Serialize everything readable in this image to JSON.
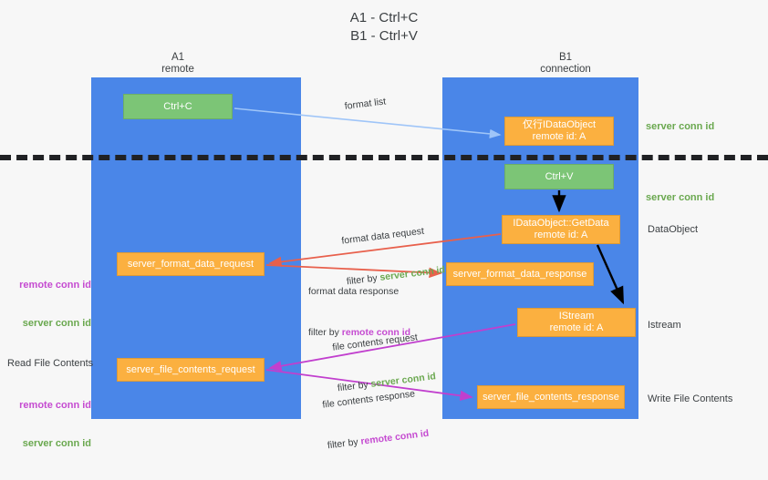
{
  "title": "A1 - Ctrl+C\nB1 - Ctrl+V",
  "columns": {
    "left": {
      "name": "A1",
      "sub": "remote",
      "label": "A1\nremote"
    },
    "right": {
      "name": "B1",
      "sub": "connection",
      "label": "B1\nconnection"
    }
  },
  "boxes": {
    "ctrl_c": "Ctrl+C",
    "ctrl_v": "Ctrl+V",
    "idataobject": "仅行IDataObject\nremote id: A",
    "getdata": "IDataObject::GetData\nremote id: A",
    "istream": "IStream\nremote id: A",
    "format_data_request": "server_format_data_request",
    "format_data_response": "server_format_data_response",
    "file_contents_request": "server_file_contents_request",
    "file_contents_response": "server_file_contents_response"
  },
  "captions": {
    "format_list": "format list",
    "format_data_request_line1": "format data request",
    "filter_by": "filter by ",
    "server_conn_id": "server conn id",
    "remote_conn_id": "remote conn id",
    "format_data_response_line1": "format data response",
    "file_contents_request_line1": "file contents request",
    "file_contents_response_line1": "file contents response"
  },
  "side_labels": {
    "server_conn_id_top": "server conn id",
    "server_conn_id_mid": "server conn id",
    "data_object": "DataObject",
    "istream": "Istream",
    "write_file_contents": "Write File Contents",
    "read_file_contents": "Read File Contents",
    "remote_conn_id": "remote conn id",
    "server_conn_id": "server conn id"
  },
  "colors": {
    "lane": "#4a86e8",
    "green_box": "#7cc576",
    "orange_box": "#fbb040",
    "green_text": "#6aa84f",
    "magenta_text": "#c54bd1",
    "red_arrow": "#e8604c",
    "magenta_arrow": "#c13fce",
    "blue_arrow": "#9fc5f8",
    "black_arrow": "#000000",
    "background": "#f7f7f7"
  }
}
